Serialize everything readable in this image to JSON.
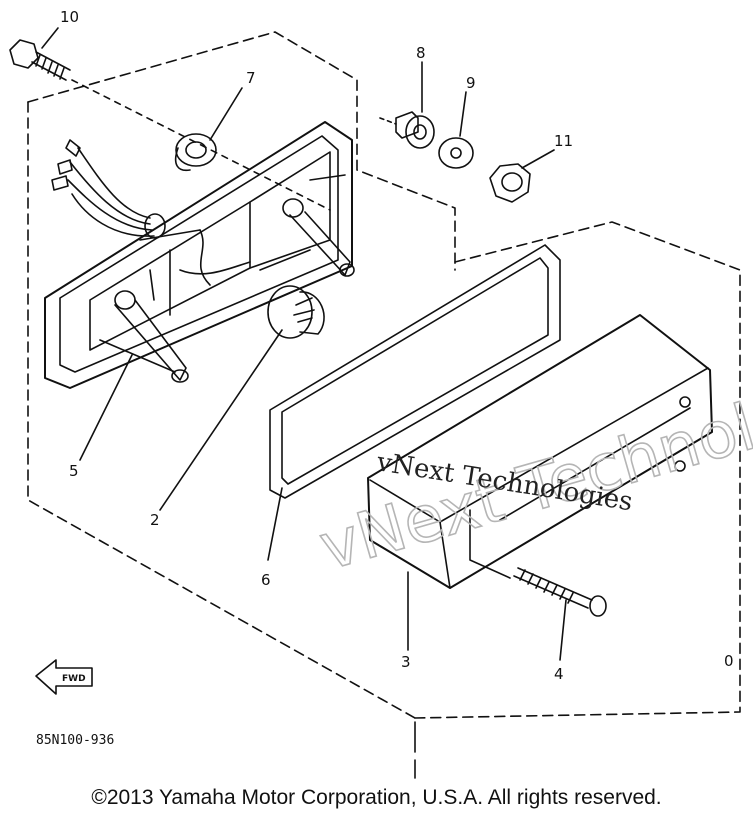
{
  "callouts": [
    {
      "num": "10"
    },
    {
      "num": "7"
    },
    {
      "num": "8"
    },
    {
      "num": "9"
    },
    {
      "num": "11"
    },
    {
      "num": "5"
    },
    {
      "num": "2"
    },
    {
      "num": "6"
    },
    {
      "num": "3"
    },
    {
      "num": "4"
    },
    {
      "num": "0"
    }
  ],
  "part_code": "85N100-936",
  "fwd_label": "FWD",
  "watermark": {
    "main": "vNext Technologies",
    "overlay": "vNext Technologies"
  },
  "copyright": "©2013 Yamaha Motor Corporation, U.S.A. All rights reserved."
}
